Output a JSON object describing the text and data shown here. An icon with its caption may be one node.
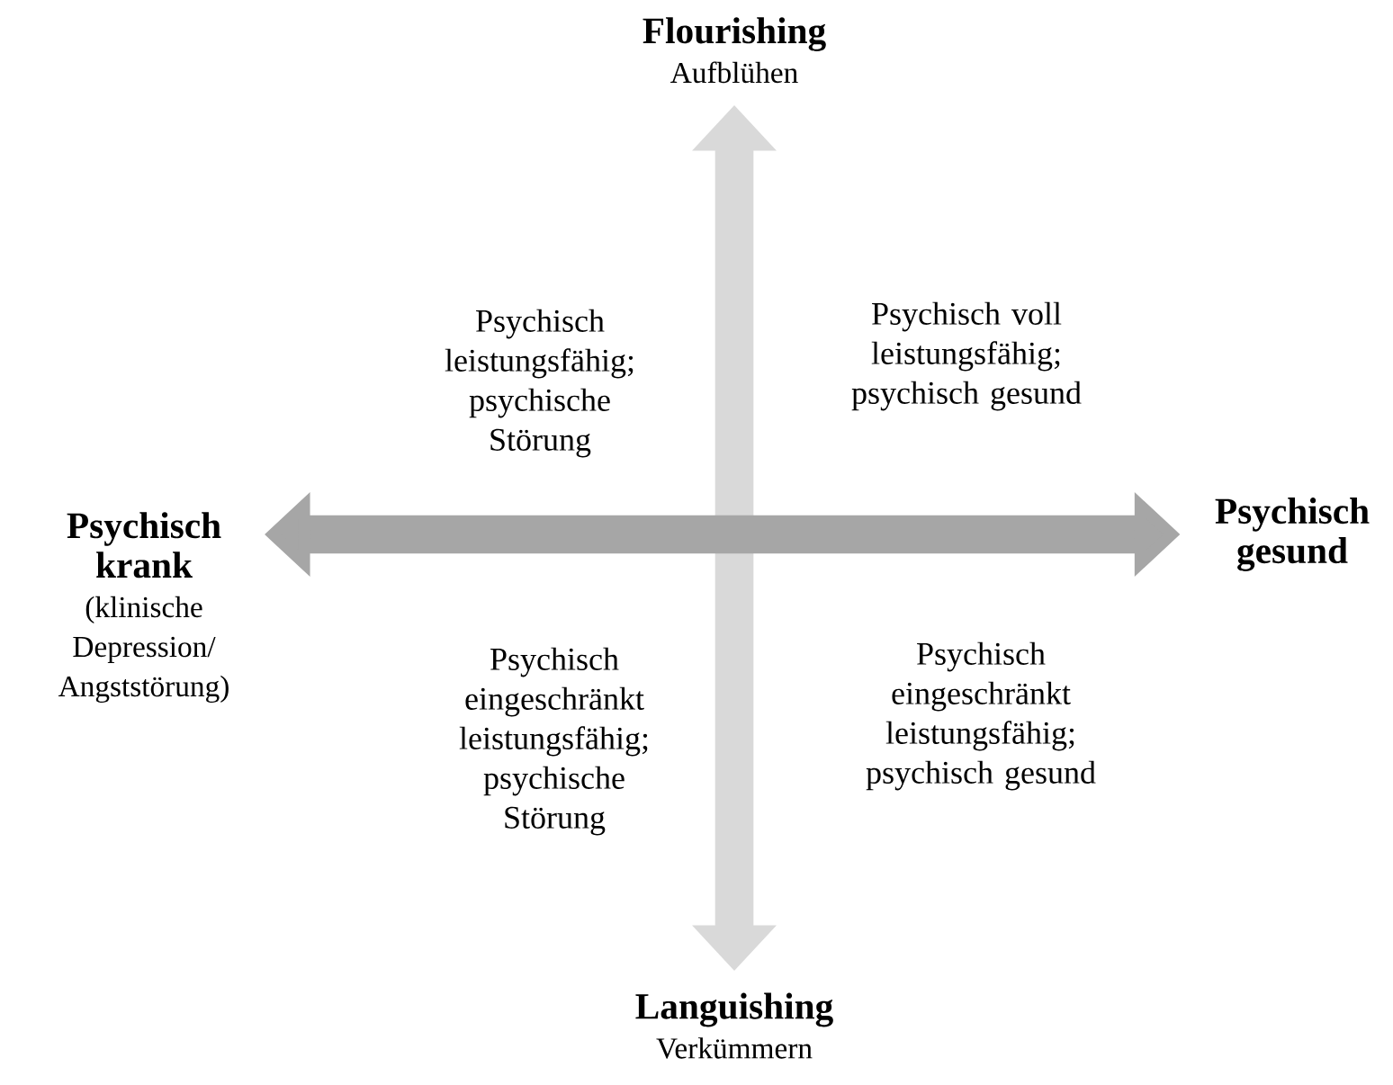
{
  "diagram": {
    "nodes": [
      {
        "text": [
          "Flourishing",
          "Aufblühen"
        ]
      },
      {
        "text": [
          "Languishing",
          "Verkümmern"
        ]
      },
      {
        "text": [
          "Psychisch krank",
          "(klinische Depression/ Angststörung)"
        ]
      },
      {
        "text": [
          "Psychisch gesund"
        ]
      }
    ],
    "edges": [
      {
        "from": 0,
        "to": 1,
        "arrow": "both",
        "color": "#d9d9d9"
      },
      {
        "from": 2,
        "to": 3,
        "arrow": "both",
        "color": "#a6a6a6"
      }
    ],
    "labels": [
      "Psychisch leistungsfähig; psychische Störung",
      "Psychisch voll leistungsfähig; psychisch gesund",
      "Psychisch eingeschränkt leistungsfähig; psychische Störung",
      "Psychisch eingeschränkt leistungsfähig; psychisch gesund"
    ]
  }
}
